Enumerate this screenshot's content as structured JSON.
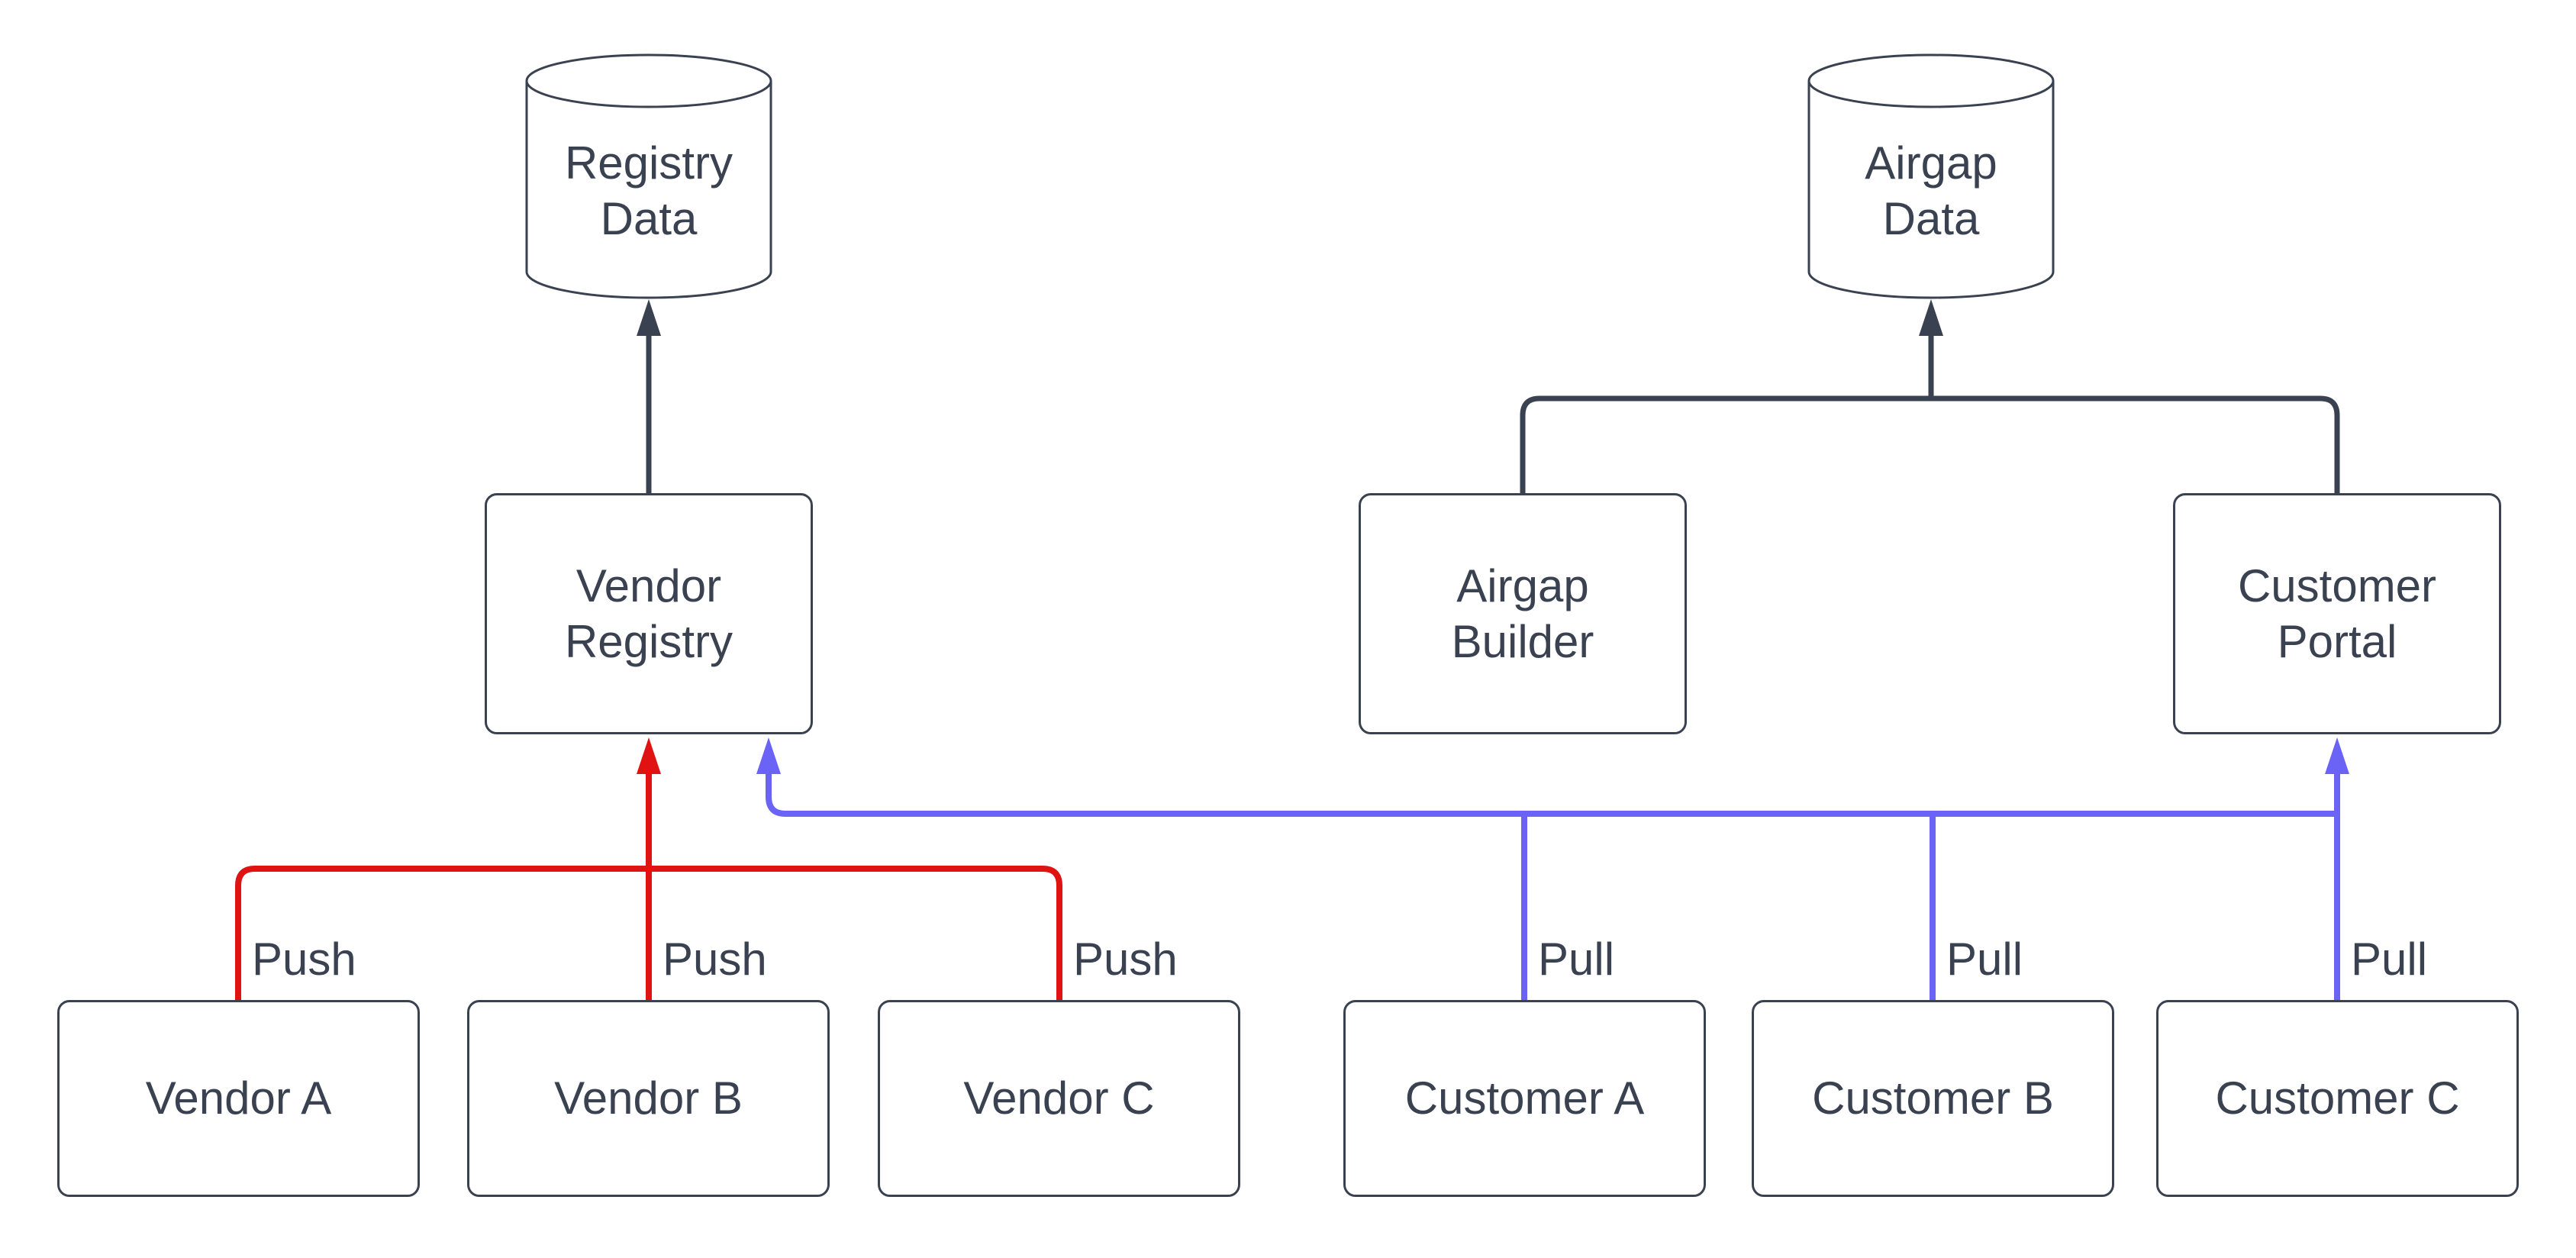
{
  "colors": {
    "background": "#ffffff",
    "node_border": "#3a4150",
    "text": "#3a4150",
    "storage_edge": "#3a4150",
    "push": "#e01212",
    "pull": "#6a63f6"
  },
  "nodes": {
    "registry_data": {
      "label": "Registry Data",
      "shape": "database"
    },
    "airgap_data": {
      "label": "Airgap Data",
      "shape": "database"
    },
    "vendor_registry": {
      "label": "Vendor Registry",
      "shape": "rectangle"
    },
    "airgap_builder": {
      "label": "Airgap Builder",
      "shape": "rectangle"
    },
    "customer_portal": {
      "label": "Customer Portal",
      "shape": "rectangle"
    },
    "vendor_a": {
      "label": "Vendor A",
      "shape": "rectangle"
    },
    "vendor_b": {
      "label": "Vendor B",
      "shape": "rectangle"
    },
    "vendor_c": {
      "label": "Vendor C",
      "shape": "rectangle"
    },
    "customer_a": {
      "label": "Customer A",
      "shape": "rectangle"
    },
    "customer_b": {
      "label": "Customer B",
      "shape": "rectangle"
    },
    "customer_c": {
      "label": "Customer C",
      "shape": "rectangle"
    }
  },
  "edge_labels": {
    "push_vendor_a": "Push",
    "push_vendor_b": "Push",
    "push_vendor_c": "Push",
    "pull_customer_a": "Pull",
    "pull_customer_b": "Pull",
    "pull_customer_c": "Pull"
  },
  "edges": [
    {
      "from": "Vendor Registry",
      "to": "Registry Data",
      "label": "",
      "color": "#3a4150"
    },
    {
      "from": "Airgap Builder",
      "to": "Airgap Data",
      "label": "",
      "color": "#3a4150"
    },
    {
      "from": "Customer Portal",
      "to": "Airgap Data",
      "label": "",
      "color": "#3a4150"
    },
    {
      "from": "Vendor A",
      "to": "Vendor Registry",
      "label": "Push",
      "color": "#e01212"
    },
    {
      "from": "Vendor B",
      "to": "Vendor Registry",
      "label": "Push",
      "color": "#e01212"
    },
    {
      "from": "Vendor C",
      "to": "Vendor Registry",
      "label": "Push",
      "color": "#e01212"
    },
    {
      "from": "Customer A",
      "to": "Vendor Registry shared pull bus",
      "label": "Pull",
      "color": "#6a63f6"
    },
    {
      "from": "Customer B",
      "to": "Vendor Registry shared pull bus",
      "label": "Pull",
      "color": "#6a63f6"
    },
    {
      "from": "Customer C",
      "to": "Customer Portal",
      "label": "Pull",
      "color": "#6a63f6"
    }
  ]
}
